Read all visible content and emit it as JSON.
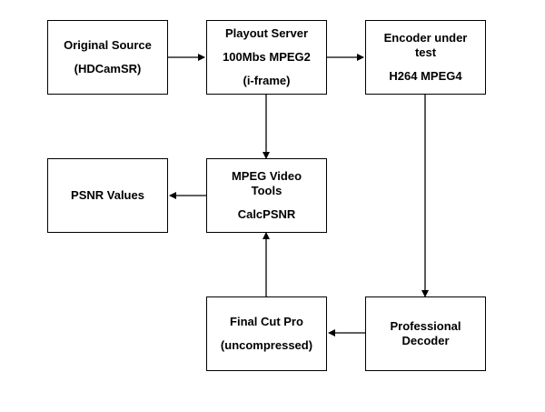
{
  "nodes": {
    "original_source": {
      "line1": "Original Source",
      "line2": "(HDCamSR)"
    },
    "playout_server": {
      "line1": "Playout Server",
      "line2": "100Mbs MPEG2",
      "line3": "(i-frame)"
    },
    "encoder": {
      "line1": "Encoder under",
      "line2": "test",
      "line3": "H264 MPEG4"
    },
    "psnr_values": {
      "line1": "PSNR Values"
    },
    "mpeg_tools": {
      "line1": "MPEG Video",
      "line2": "Tools",
      "line3": "CalcPSNR"
    },
    "final_cut": {
      "line1": "Final Cut Pro",
      "line2": "(uncompressed)"
    },
    "decoder": {
      "line1": "Professional",
      "line2": "Decoder"
    }
  },
  "edges": [
    {
      "from": "original_source",
      "to": "playout_server"
    },
    {
      "from": "playout_server",
      "to": "encoder"
    },
    {
      "from": "playout_server",
      "to": "mpeg_tools"
    },
    {
      "from": "encoder",
      "to": "decoder"
    },
    {
      "from": "decoder",
      "to": "final_cut"
    },
    {
      "from": "final_cut",
      "to": "mpeg_tools"
    },
    {
      "from": "mpeg_tools",
      "to": "psnr_values"
    }
  ]
}
